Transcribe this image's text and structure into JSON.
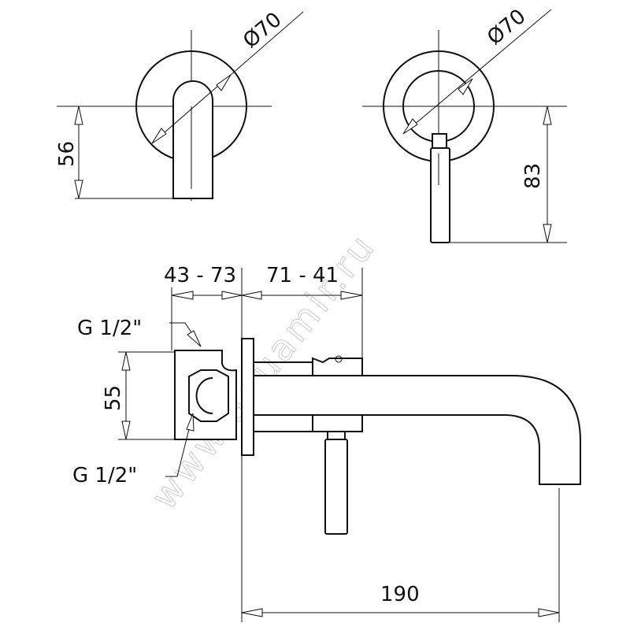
{
  "watermark": "www.aquamir.ru",
  "front_view_spout": {
    "diameter_label": "Ø70",
    "height_label": "56"
  },
  "front_view_handle": {
    "diameter_label": "Ø70",
    "height_label": "83"
  },
  "side_view": {
    "depth_range_1": "43 - 73",
    "depth_range_2": "71 - 41",
    "inlet_top_label": "G 1/2\"",
    "inlet_bottom_label": "G 1/2\"",
    "inlet_spacing_label": "55",
    "spout_length_label": "190"
  }
}
